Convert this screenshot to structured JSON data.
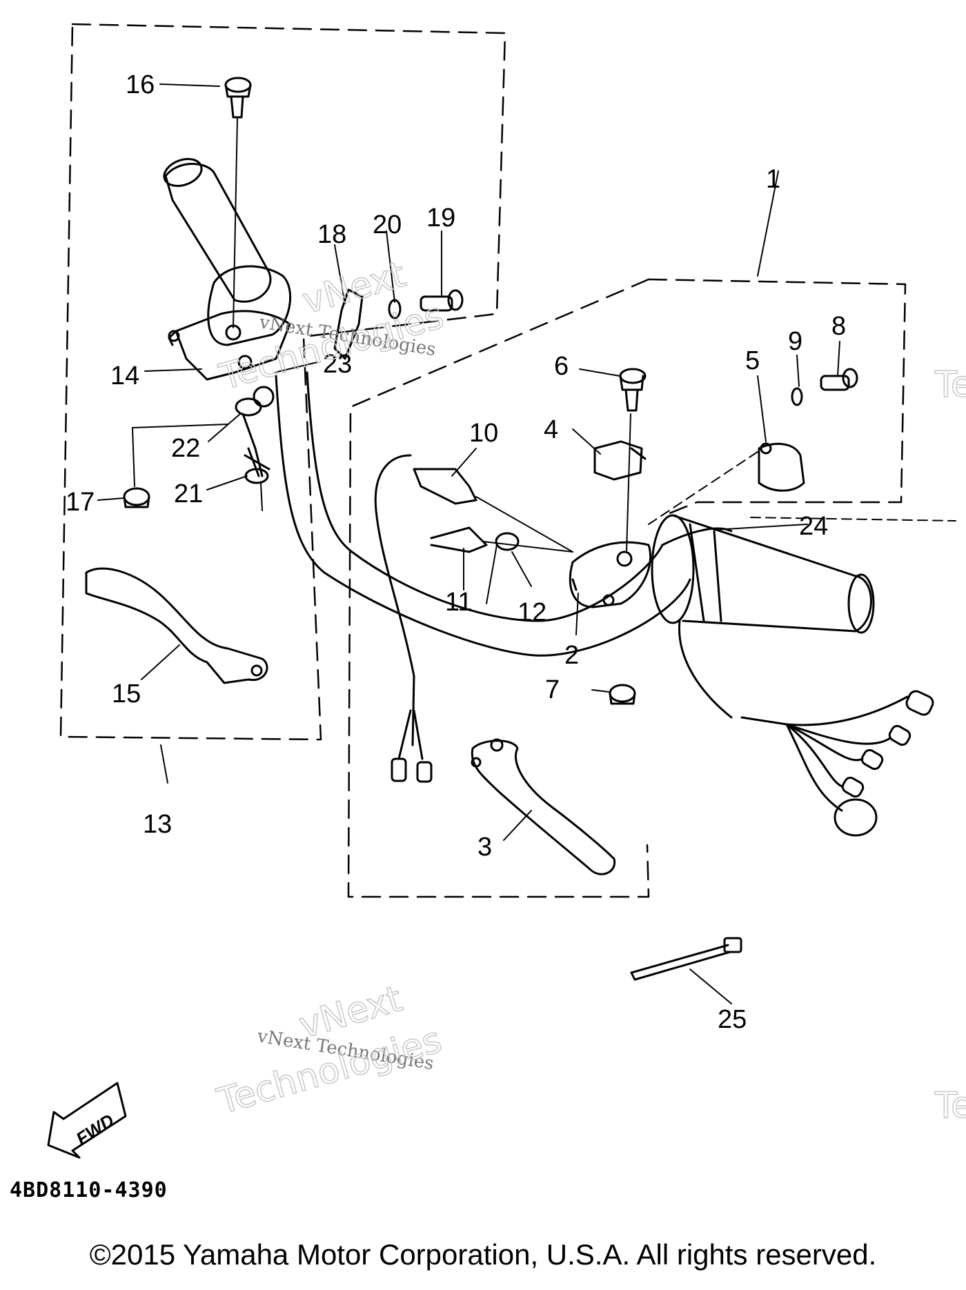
{
  "diagram": {
    "callouts": [
      "1",
      "2",
      "3",
      "4",
      "5",
      "6",
      "7",
      "8",
      "9",
      "10",
      "11",
      "12",
      "13",
      "14",
      "15",
      "16",
      "17",
      "18",
      "19",
      "20",
      "21",
      "22",
      "23",
      "24",
      "25"
    ],
    "fwd_label": "FWD",
    "part_number": "4BD8110-4390",
    "watermark_text": "vNext Technologies",
    "watermark_big_1": "vNext",
    "watermark_big_2": "Technologies",
    "watermark_edge": "Te"
  },
  "footer": {
    "copyright": "©2015 Yamaha Motor Corporation, U.S.A. All rights reserved."
  }
}
